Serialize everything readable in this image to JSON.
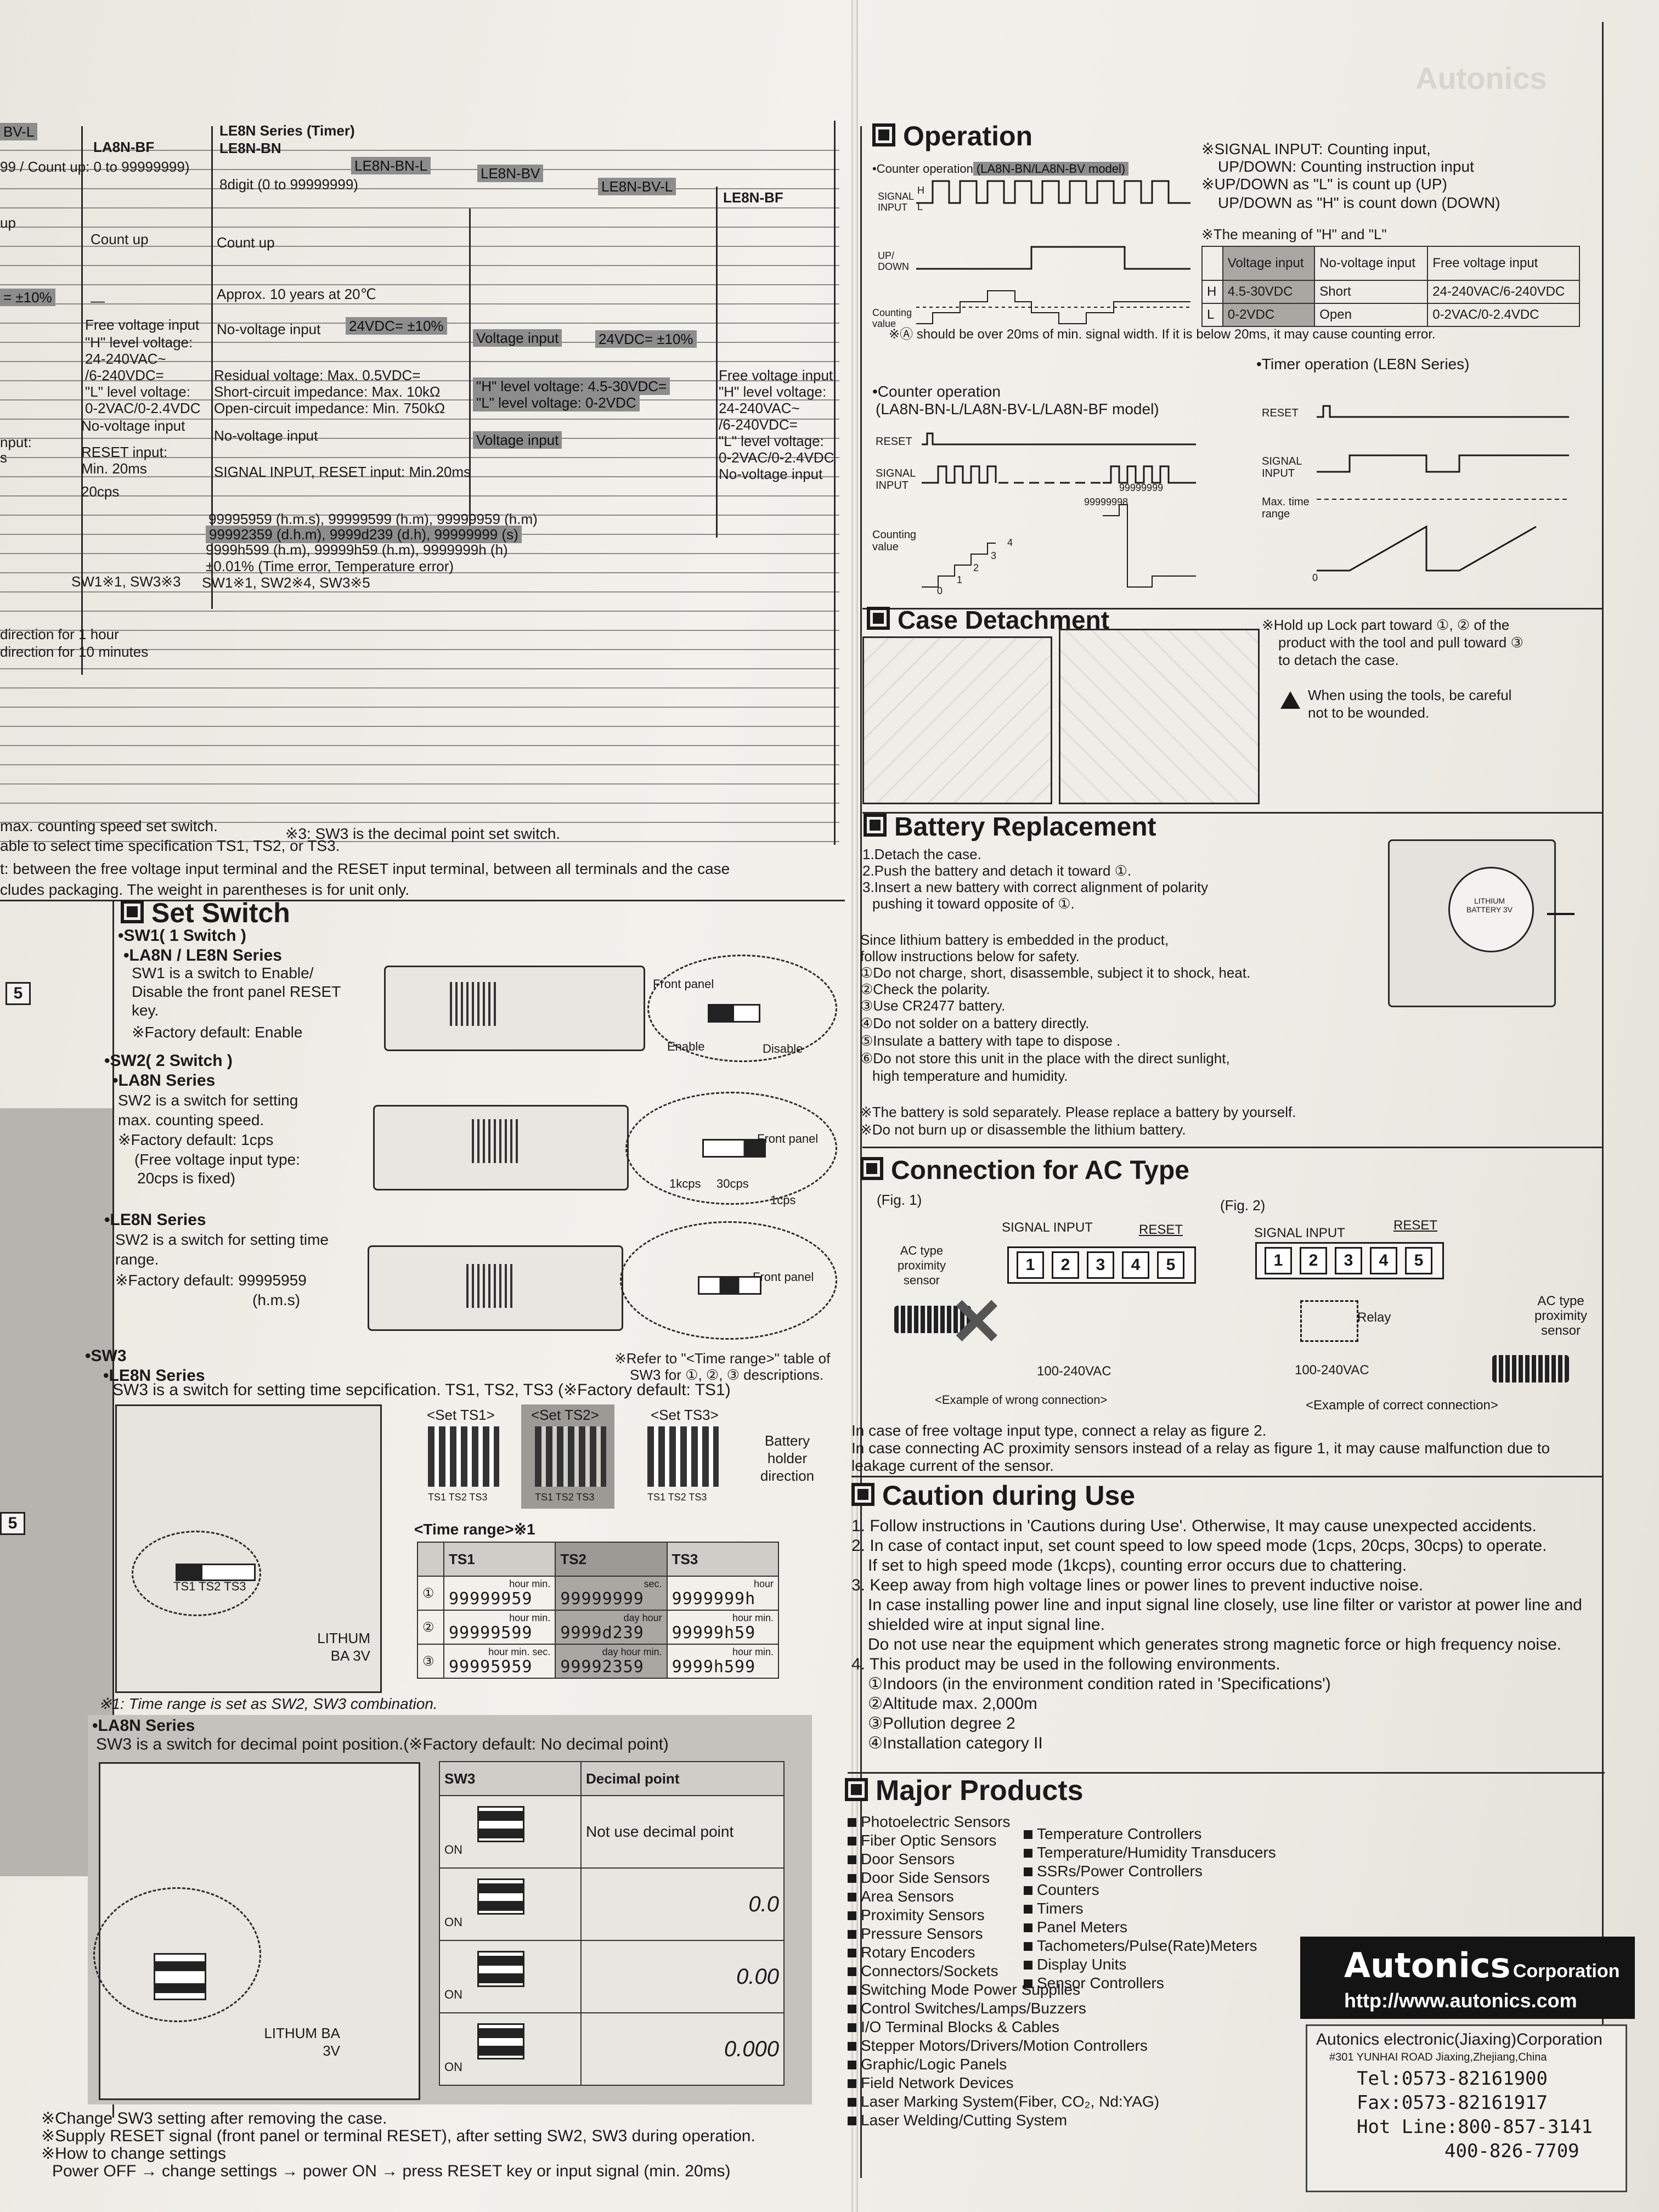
{
  "spec": {
    "headers": {
      "bv_l": "BV-L",
      "la8n_bf": "LA8N-BF",
      "le8n_series_timer": "LE8N Series (Timer)",
      "le8n_bn": "LE8N-BN",
      "le8n_bn_l": "LE8N-BN-L",
      "le8n_bv": "LE8N-BV",
      "le8n_bv_l": "LE8N-BV-L",
      "le8n_bf": "LE8N-BF"
    },
    "row_digit_left": "99 / Count up: 0 to 99999999)",
    "row_digit_right": "8digit (0 to 99999999)",
    "row_mode_left": "up",
    "row_mode_mid": "Count up",
    "row_mode_right": "Count up",
    "row_volt_left": "= ±10%",
    "row_volt_dash": "—",
    "row_volt_life": "Approx. 10 years at 20℃",
    "row_volt_24a": "24VDC= ±10%",
    "row_volt_24b": "24VDC= ±10%",
    "free_voltage_input": "Free voltage input",
    "no_voltage_input": "No-voltage input",
    "voltage_input": "Voltage input",
    "h_level": "\"H\" level voltage:",
    "h_level_range": "24-240VAC~",
    "h_level_range2": "/6-240VDC=",
    "l_level": "\"L\" level voltage:",
    "l_level_range": "0-2VAC/0-2.4VDC",
    "residual_voltage": "Residual voltage: Max. 0.5VDC=",
    "short_circuit": "Short-circuit impedance: Max. 10kΩ",
    "open_circuit": "Open-circuit impedance: Min. 750kΩ",
    "h_level_volt": "\"H\" level voltage: 4.5-30VDC=",
    "l_level_volt": "\"L\" level voltage: 0-2VDC",
    "input_label": "nput:",
    "input_label2": "s",
    "reset_input": "RESET input:",
    "reset_min": "Min. 20ms",
    "signal_reset": "SIGNAL INPUT, RESET input: Min.20ms",
    "speed": "20cps",
    "range1": "99995959 (h.m.s), 99999599 (h.m), 99999959 (h.m)",
    "range2": "99992359 (d.h.m), 9999d239 (d.h), 99999999 (s)",
    "range3": "9999h599 (h.m), 99999h59 (h.m), 9999999h (h)",
    "time_error": "±0.01% (Time error, Temperature error)",
    "sw_left": "SW1※1, SW3※3",
    "sw_right": "SW1※1, SW2※4, SW3※5",
    "direction1": "direction for 1 hour",
    "direction2": "direction for 10 minutes",
    "note1": "max. counting speed set switch.",
    "note1b": "※3: SW3 is the decimal point set switch.",
    "note2": "able to select time specification TS1, TS2, or TS3.",
    "note3": "t: between the free voltage input terminal and the RESET input terminal, between all terminals and the case",
    "note4": "cludes packaging. The weight in parentheses is for unit only."
  },
  "operation": {
    "title": "Operation",
    "counter_op1": "•Counter operation",
    "counter_op1_model": "(LA8N-BN/LA8N-BV model)",
    "signal_input": "SIGNAL INPUT",
    "up_down": "UP/ DOWN",
    "counting_value": "Counting value",
    "h": "H",
    "l": "L",
    "note_signal": "※SIGNAL INPUT: Counting input,",
    "note_updown": "UP/DOWN: Counting instruction input",
    "note_updown_l": "※UP/DOWN as \"L\" is count up (UP)",
    "note_updown_h": "UP/DOWN as \"H\" is count down (DOWN)",
    "meaning_title": "※The meaning of \"H\" and \"L\"",
    "meaning_head": [
      "Voltage input",
      "No-voltage input",
      "Free voltage input"
    ],
    "meaning_h": [
      "H",
      "4.5-30VDC",
      "Short",
      "24-240VAC/6-240VDC"
    ],
    "meaning_l": [
      "L",
      "0-2VDC",
      "Open",
      "0-2VAC/0-2.4VDC"
    ],
    "width_note": "※Ⓐ should be over 20ms of min. signal width. If it is below 20ms, it may cause counting error.",
    "counter_op2": "•Counter operation",
    "counter_op2_model": "(LA8N-BN-L/LA8N-BV-L/LA8N-BF model)",
    "timer_op": "•Timer operation (LE8N Series)",
    "reset": "RESET",
    "max_time_range": "Max. time range",
    "v99999999": "99999999",
    "v99999998": "99999998",
    "zero": "0",
    "one": "1",
    "two": "2",
    "three": "3",
    "four": "4"
  },
  "case": {
    "title": "Case Detachment",
    "note1": "※Hold up Lock part toward ①, ② of the",
    "note2": "product with the tool and pull toward ③",
    "note3": "to detach the case.",
    "warn1": "When using the tools, be careful",
    "warn2": "not to be wounded."
  },
  "battery": {
    "title": "Battery Replacement",
    "steps": [
      "1.Detach the case.",
      "2.Push the battery and detach it toward ①.",
      "3.Insert a new battery with correct alignment of polarity",
      "pushing it toward opposite of ①."
    ],
    "intro1": "Since lithium battery is embedded in the product,",
    "intro2": "follow instructions below for safety.",
    "rules": [
      "①Do not charge, short, disassemble, subject it to shock, heat.",
      "②Check the polarity.",
      "③Use CR2477 battery.",
      "④Do not solder on a battery directly.",
      "⑤Insulate a battery with tape to dispose .",
      "⑥Do not store this unit in the place with the direct sunlight,",
      "high temperature and humidity."
    ],
    "note1": "※The battery is sold separately. Please replace a battery by yourself.",
    "note2": "※Do not burn up or disassemble the lithium battery.",
    "label": "LITHIUM BATTERY 3V"
  },
  "ac": {
    "title": "Connection for AC Type",
    "fig1": "(Fig. 1)",
    "fig2": "(Fig. 2)",
    "signal_input": "SIGNAL INPUT",
    "reset": "RESET",
    "terminals": [
      "1",
      "2",
      "3",
      "4",
      "5"
    ],
    "sensor": "AC type proximity sensor",
    "relay": "Relay",
    "voltage": "100-240VAC",
    "wrong": "<Example of wrong connection>",
    "correct": "<Example of correct connection>",
    "note1": "In case of free voltage input type, connect a relay as figure 2.",
    "note2": "In case connecting AC proximity sensors instead of a relay as figure 1, it may cause malfunction due to",
    "note3": "leakage current of the sensor."
  },
  "caution": {
    "title": "Caution during Use",
    "lines": [
      "1. Follow instructions in 'Cautions during Use'. Otherwise, It may cause unexpected accidents.",
      "2. In case of contact input, set count speed to low speed mode (1cps, 20cps, 30cps) to operate.",
      "If set to high speed mode (1kcps), counting error occurs due to chattering.",
      "3. Keep away from high voltage lines or power lines to prevent inductive noise.",
      "In case installing power line and input signal line closely, use line filter or varistor at power line and",
      "shielded wire at input signal line.",
      "Do not use near the equipment which generates strong magnetic force or high frequency noise.",
      "4. This product may be used in the following environments.",
      "①Indoors (in the environment condition rated in 'Specifications')",
      "②Altitude max. 2,000m",
      "③Pollution degree 2",
      "④Installation category II"
    ]
  },
  "products": {
    "title": "Major Products",
    "col1": [
      "Photoelectric Sensors",
      "Fiber Optic Sensors",
      "Door Sensors",
      "Door Side Sensors",
      "Area Sensors",
      "Proximity Sensors",
      "Pressure Sensors",
      "Rotary Encoders",
      "Connectors/Sockets",
      "Switching Mode Power Supplies",
      "Control Switches/Lamps/Buzzers",
      "I/O Terminal Blocks & Cables",
      "Stepper Motors/Drivers/Motion Controllers",
      "Graphic/Logic Panels",
      "Field Network Devices",
      "Laser Marking System(Fiber, CO₂, Nd:YAG)",
      "Laser Welding/Cutting System"
    ],
    "col2": [
      "Temperature Controllers",
      "Temperature/Humidity Transducers",
      "SSRs/Power Controllers",
      "Counters",
      "Timers",
      "Panel Meters",
      "Tachometers/Pulse(Rate)Meters",
      "Display Units",
      "Sensor Controllers"
    ]
  },
  "company": {
    "brand": "Autonics",
    "corp": "Corporation",
    "url": "http://www.autonics.com",
    "name": "Autonics electronic(Jiaxing)Corporation",
    "address": "#301 YUNHAI ROAD Jiaxing,Zhejiang,China",
    "tel": "Tel:0573-82161900",
    "fax": "Fax:0573-82161917",
    "hotline": "Hot Line:800-857-3141",
    "hotline2": "400-826-7709"
  },
  "setswitch": {
    "title": "Set Switch",
    "sw1": "•SW1( 1 Switch )",
    "sw1_series": "•LA8N / LE8N Series",
    "sw1_desc": [
      "SW1 is a switch to Enable/",
      "Disable the front panel RESET",
      "key.",
      "※Factory default: Enable"
    ],
    "front_panel": "Front panel",
    "enable": "Enable",
    "disable": "Disable",
    "sw2": "•SW2( 2 Switch )",
    "sw2_series": "•LA8N Series",
    "sw2_desc": [
      "SW2 is a switch for setting",
      "max. counting speed.",
      "※Factory default: 1cps",
      "(Free voltage input type:",
      "20cps is fixed)"
    ],
    "k1cps": "1kcps",
    "cps30": "30cps",
    "cps1": "1cps",
    "le8n_series": "•LE8N Series",
    "le8n_desc": [
      "SW2 is a switch for setting time",
      "range.",
      "※Factory default: 99995959",
      "(h.m.s)"
    ],
    "refer": "※Refer to \"<Time range>\" table of",
    "refer2": "SW3 for ①, ②, ③ descriptions.",
    "sw3": "•SW3",
    "sw3_series": "•LE8N Series",
    "sw3_desc": "SW3 is a switch for setting time sepcification. TS1, TS2, TS3 (※Factory default: TS1)",
    "set_ts1": "<Set TS1>",
    "set_ts2": "<Set TS2>",
    "set_ts3": "<Set TS3>",
    "ts_labels": "TS1 TS2 TS3",
    "battery_holder": "Battery holder direction",
    "time_range": "<Time range>※1",
    "tr_head": [
      "TS1",
      "TS2",
      "TS3"
    ],
    "tr_rows": [
      {
        "n": "①",
        "c1u": "hour min.",
        "c1": "99999959",
        "c2u": "sec.",
        "c2": "99999999",
        "c3u": "hour",
        "c3": "9999999h"
      },
      {
        "n": "②",
        "c1u": "hour min.",
        "c1": "99999599",
        "c2u": "day hour",
        "c2": "9999d239",
        "c3u": "hour min.",
        "c3": "99999h59"
      },
      {
        "n": "③",
        "c1u": "hour min. sec.",
        "c1": "99995959",
        "c2u": "day hour min.",
        "c2": "99992359",
        "c3u": "hour min.",
        "c3": "9999h599"
      }
    ],
    "tr_note": "※1: Time range is set as SW2, SW3 combination.",
    "lithium": "LITHUM BA 3V",
    "la8n_series": "•LA8N Series",
    "la8n_desc": "SW3 is a switch for decimal point position.(※Factory default: No decimal point)",
    "dp_head": [
      "SW3",
      "Decimal point"
    ],
    "dp_rows": [
      "Not use decimal point",
      "0.0",
      "0.00",
      "0.000"
    ],
    "on": "ON",
    "bottom": [
      "※Change SW3 setting after removing the case.",
      "※Supply RESET signal (front panel or terminal RESET), after setting SW2, SW3 during operation.",
      "※How to change settings",
      "Power OFF → change settings → power ON → press RESET key or input signal (min. 20ms)"
    ]
  },
  "left_edge": {
    "five_a": "5",
    "five_b": "5"
  },
  "brand_ghost": "Autonics"
}
